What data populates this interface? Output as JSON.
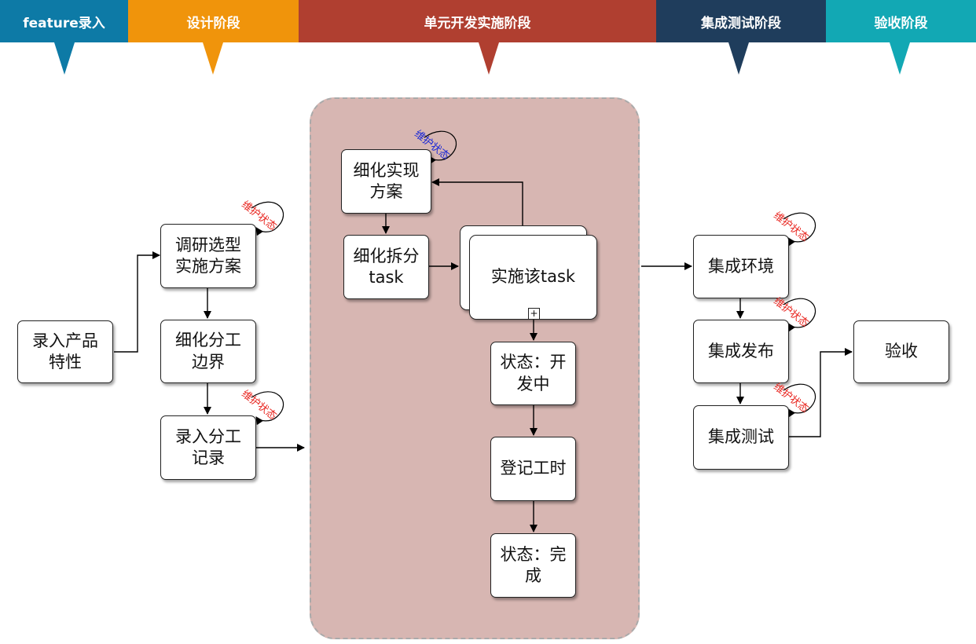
{
  "phases": [
    {
      "label": "feature录入",
      "color": "#0d7aa6"
    },
    {
      "label": "设计阶段",
      "color": "#f0940b"
    },
    {
      "label": "单元开发实施阶段",
      "color": "#b03f30"
    },
    {
      "label": "集成测试阶段",
      "color": "#1f3d5c"
    },
    {
      "label": "验收阶段",
      "color": "#12a8b4"
    }
  ],
  "nodes": {
    "record_feature": "录入产品\n特性",
    "research_plan": "调研选型\n实施方案",
    "refine_boundary": "细化分工\n边界",
    "record_division": "录入分工\n记录",
    "refine_solution": "细化实现\n方案",
    "split_task": "细化拆分\ntask",
    "implement_task": "实施该task",
    "status_developing": "状态：开\n发中",
    "log_hours": "登记工时",
    "status_done": "状态：完\n成",
    "integration_env": "集成环境",
    "integration_release": "集成发布",
    "integration_test": "集成测试",
    "acceptance": "验收"
  },
  "subprocess_marker": "+",
  "maintain_tag": "维护状态",
  "tag_colors": {
    "red": "#e8231d",
    "blue": "#1826d6"
  }
}
